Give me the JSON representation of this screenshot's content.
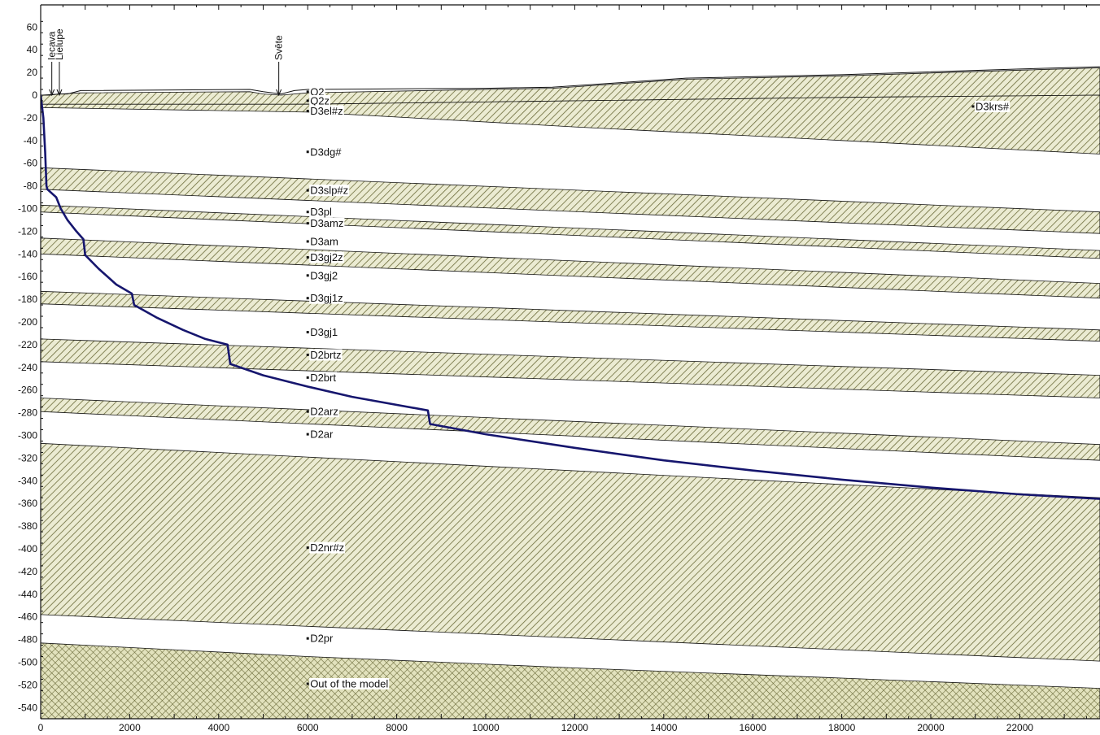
{
  "chart_data": {
    "type": "cross-section",
    "xlim": [
      0,
      23800
    ],
    "ylim": [
      -550,
      65
    ],
    "x_ticks": [
      0,
      2000,
      4000,
      6000,
      8000,
      10000,
      12000,
      14000,
      16000,
      18000,
      20000,
      22000
    ],
    "y_ticks": [
      60,
      40,
      20,
      0,
      -20,
      -40,
      -60,
      -80,
      -100,
      -120,
      -140,
      -160,
      -180,
      -200,
      -220,
      -240,
      -260,
      -280,
      -300,
      -320,
      -340,
      -360,
      -380,
      -400,
      -420,
      -440,
      -460,
      -480,
      -500,
      -520,
      -540
    ],
    "colors": {
      "hatch_fill": "#ebebd2",
      "hatch_line": "#6b6b3a",
      "outline": "#111111",
      "curve": "#16166e",
      "out_of_model_fill": "#e2e2bd"
    },
    "rivers": [
      {
        "name": "Iecava",
        "x": 250
      },
      {
        "name": "Lielupe",
        "x": 420
      },
      {
        "name": "Svēte",
        "x": 5350
      }
    ],
    "surface": [
      [
        0,
        0
      ],
      [
        200,
        0
      ],
      [
        400,
        1
      ],
      [
        600,
        1
      ],
      [
        900,
        4
      ],
      [
        4700,
        5
      ],
      [
        5000,
        3
      ],
      [
        5400,
        1
      ],
      [
        5700,
        4
      ],
      [
        6000,
        5
      ],
      [
        10000,
        6
      ],
      [
        11500,
        7
      ],
      [
        13000,
        11
      ],
      [
        14500,
        15
      ],
      [
        18000,
        18
      ],
      [
        22000,
        23
      ],
      [
        23800,
        25
      ]
    ],
    "aquitards": [
      {
        "name": "Q2z",
        "top": [
          [
            0,
            0
          ],
          [
            900,
            2
          ],
          [
            4700,
            3
          ],
          [
            5000,
            1
          ],
          [
            5400,
            0
          ],
          [
            6000,
            2
          ],
          [
            10000,
            5
          ],
          [
            11500,
            6
          ],
          [
            13000,
            10
          ],
          [
            14500,
            14
          ],
          [
            18000,
            17
          ],
          [
            22000,
            22
          ],
          [
            23800,
            24
          ]
        ],
        "bottom": [
          [
            0,
            -10
          ],
          [
            6000,
            -8
          ],
          [
            12000,
            -5
          ],
          [
            18000,
            -2
          ],
          [
            23800,
            0
          ]
        ]
      },
      {
        "name": "D3el#z",
        "top": [
          [
            0,
            -8
          ],
          [
            6000,
            -8
          ],
          [
            12000,
            -5
          ],
          [
            18000,
            -2
          ],
          [
            23800,
            0
          ]
        ],
        "bottom": [
          [
            0,
            -11
          ],
          [
            6000,
            -15
          ],
          [
            12000,
            -28
          ],
          [
            18000,
            -40
          ],
          [
            23800,
            -52
          ]
        ]
      },
      {
        "name": "D3slp#z",
        "top": [
          [
            0,
            -64
          ],
          [
            23800,
            -103
          ]
        ],
        "bottom": [
          [
            0,
            -83
          ],
          [
            23800,
            -122
          ]
        ]
      },
      {
        "name": "D3amz",
        "top": [
          [
            0,
            -97
          ],
          [
            23800,
            -137
          ]
        ],
        "bottom": [
          [
            0,
            -103
          ],
          [
            23800,
            -144
          ]
        ]
      },
      {
        "name": "D3gj2z",
        "top": [
          [
            0,
            -126
          ],
          [
            23800,
            -166
          ]
        ],
        "bottom": [
          [
            0,
            -140
          ],
          [
            23800,
            -179
          ]
        ]
      },
      {
        "name": "D3gj1z",
        "top": [
          [
            0,
            -173
          ],
          [
            23800,
            -207
          ]
        ],
        "bottom": [
          [
            0,
            -184
          ],
          [
            23800,
            -217
          ]
        ]
      },
      {
        "name": "D2brtz",
        "top": [
          [
            0,
            -215
          ],
          [
            23800,
            -247
          ]
        ],
        "bottom": [
          [
            0,
            -235
          ],
          [
            23800,
            -267
          ]
        ]
      },
      {
        "name": "D2arz",
        "top": [
          [
            0,
            -267
          ],
          [
            23800,
            -308
          ]
        ],
        "bottom": [
          [
            0,
            -279
          ],
          [
            23800,
            -322
          ]
        ]
      },
      {
        "name": "D2nr#z",
        "top": [
          [
            0,
            -307
          ],
          [
            23800,
            -355
          ]
        ],
        "bottom": [
          [
            0,
            -458
          ],
          [
            23800,
            -499
          ]
        ]
      }
    ],
    "out_of_model": {
      "top": [
        [
          0,
          -483
        ],
        [
          6000,
          -495
        ],
        [
          12000,
          -505
        ],
        [
          18000,
          -514
        ],
        [
          23800,
          -523
        ]
      ],
      "bottom": [
        [
          0,
          -550
        ],
        [
          23800,
          -550
        ]
      ]
    },
    "layer_labels": [
      {
        "text": "Q2",
        "x": 6000,
        "y": 3
      },
      {
        "text": "Q2z",
        "x": 6000,
        "y": -5
      },
      {
        "text": "D3el#z",
        "x": 6000,
        "y": -14
      },
      {
        "text": "D3krs#",
        "x": 20950,
        "y": -10
      },
      {
        "text": "D3dg#",
        "x": 6000,
        "y": -50
      },
      {
        "text": "D3slp#z",
        "x": 6000,
        "y": -84
      },
      {
        "text": "D3pl",
        "x": 6000,
        "y": -103
      },
      {
        "text": "D3amz",
        "x": 6000,
        "y": -113
      },
      {
        "text": "D3am",
        "x": 6000,
        "y": -129
      },
      {
        "text": "D3gj2z",
        "x": 6000,
        "y": -143
      },
      {
        "text": "D3gj2",
        "x": 6000,
        "y": -159
      },
      {
        "text": "D3gj1z",
        "x": 6000,
        "y": -179
      },
      {
        "text": "D3gj1",
        "x": 6000,
        "y": -209
      },
      {
        "text": "D2brtz",
        "x": 6000,
        "y": -229
      },
      {
        "text": "D2brt",
        "x": 6000,
        "y": -249
      },
      {
        "text": "D2arz",
        "x": 6000,
        "y": -279
      },
      {
        "text": "D2ar",
        "x": 6000,
        "y": -299
      },
      {
        "text": "D2nr#z",
        "x": 6000,
        "y": -399
      },
      {
        "text": "D2pr",
        "x": 6000,
        "y": -479
      },
      {
        "text": "Out of the model",
        "x": 6000,
        "y": -519
      }
    ],
    "curve": [
      [
        0,
        0
      ],
      [
        60,
        -20
      ],
      [
        100,
        -50
      ],
      [
        130,
        -80
      ],
      [
        150,
        -83
      ],
      [
        350,
        -90
      ],
      [
        450,
        -100
      ],
      [
        600,
        -110
      ],
      [
        800,
        -120
      ],
      [
        960,
        -127
      ],
      [
        1000,
        -141
      ],
      [
        1300,
        -153
      ],
      [
        1700,
        -167
      ],
      [
        2050,
        -175
      ],
      [
        2100,
        -185
      ],
      [
        2600,
        -196
      ],
      [
        3200,
        -207
      ],
      [
        3700,
        -215
      ],
      [
        4200,
        -220
      ],
      [
        4260,
        -237
      ],
      [
        5000,
        -247
      ],
      [
        6000,
        -257
      ],
      [
        7000,
        -266
      ],
      [
        8700,
        -278
      ],
      [
        8750,
        -290
      ],
      [
        10000,
        -299
      ],
      [
        12000,
        -311
      ],
      [
        14000,
        -322
      ],
      [
        16000,
        -331
      ],
      [
        18000,
        -339
      ],
      [
        20000,
        -346
      ],
      [
        22000,
        -352
      ],
      [
        23800,
        -356
      ]
    ]
  }
}
